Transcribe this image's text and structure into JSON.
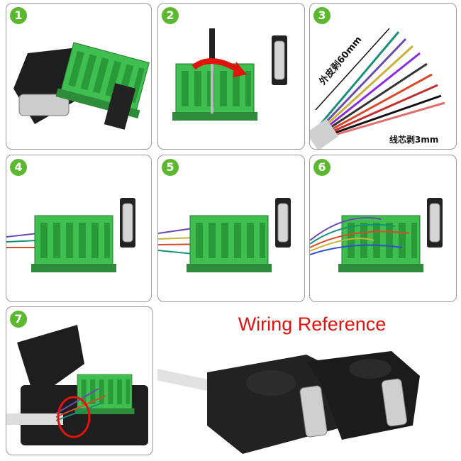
{
  "steps": [
    {
      "number": "1"
    },
    {
      "number": "2"
    },
    {
      "number": "3",
      "strip_outer_label": "外皮剥60mm",
      "strip_core_label": "线芯剥3mm"
    },
    {
      "number": "4"
    },
    {
      "number": "5"
    },
    {
      "number": "6"
    },
    {
      "number": "7"
    }
  ],
  "title": "Wiring Reference",
  "colors": {
    "badge": "#5cb82e",
    "title": "#e0130f",
    "terminal": "#3fbf4f",
    "housing": "#1e1e1e"
  }
}
